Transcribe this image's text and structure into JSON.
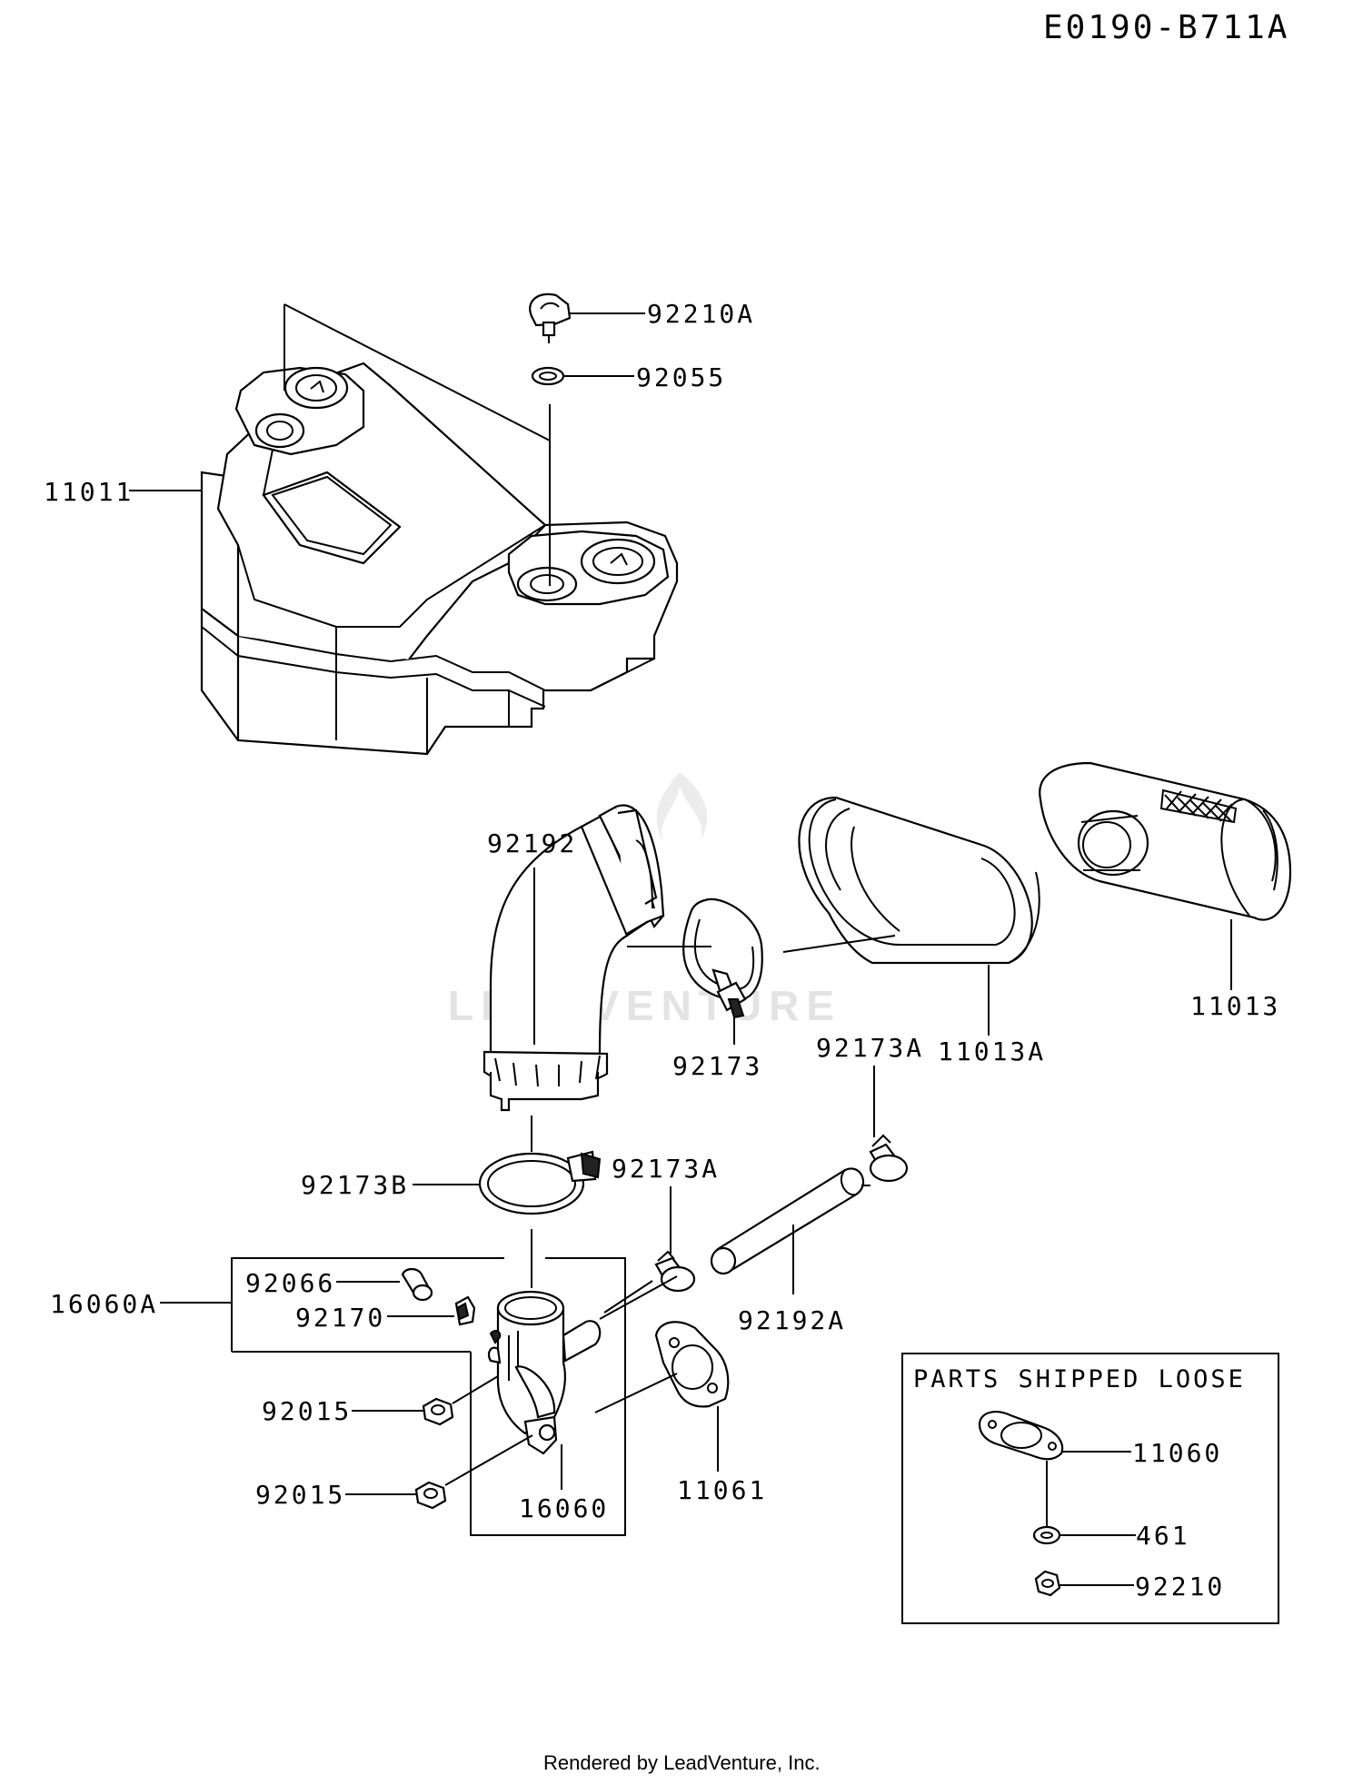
{
  "drawing_id": "E0190-B711A",
  "footer_text": "Rendered by LeadVenture, Inc.",
  "watermark_text": "LEADVENTURE",
  "loose_parts_box": {
    "title": "PARTS SHIPPED LOOSE"
  },
  "part_labels": {
    "p92210A": "92210A",
    "p92055": "92055",
    "p11011": "11011",
    "p92192": "92192",
    "p92173": "92173",
    "p92173A_top": "92173A",
    "p11013A": "11013A",
    "p11013": "11013",
    "p92173B": "92173B",
    "p92173A_mid": "92173A",
    "p92066": "92066",
    "p16060A": "16060A",
    "p92170": "92170",
    "p92192A": "92192A",
    "p92015_a": "92015",
    "p92015_b": "92015",
    "p16060": "16060",
    "p11061": "11061",
    "p11060": "11060",
    "p461": "461",
    "p92210": "92210"
  }
}
